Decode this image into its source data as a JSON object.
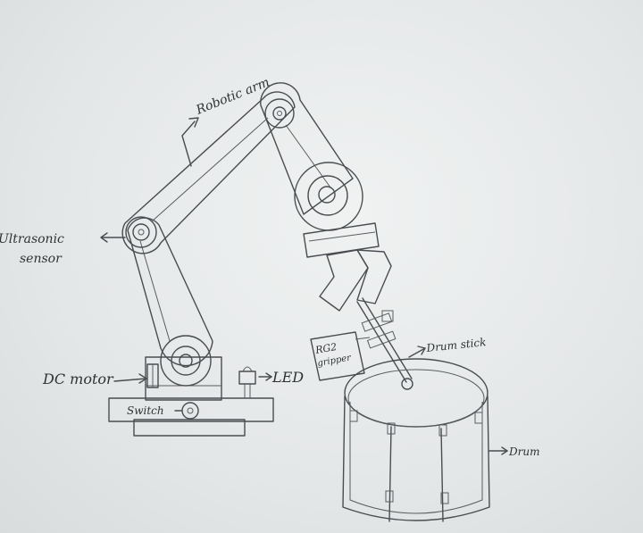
{
  "labels": {
    "robotic_arm": "Robotic arm",
    "ultrasonic_sensor_line1": "Ultrasonic",
    "ultrasonic_sensor_line2": "sensor",
    "dc_motor": "DC motor",
    "led": "LED",
    "switch": "Switch",
    "gripper_line1": "RG2",
    "gripper_line2": "gripper",
    "drum_stick": "Drum stick",
    "drum": "Drum"
  },
  "colors": {
    "ink": "#4a4d50",
    "paper": "#e6e9ea"
  }
}
